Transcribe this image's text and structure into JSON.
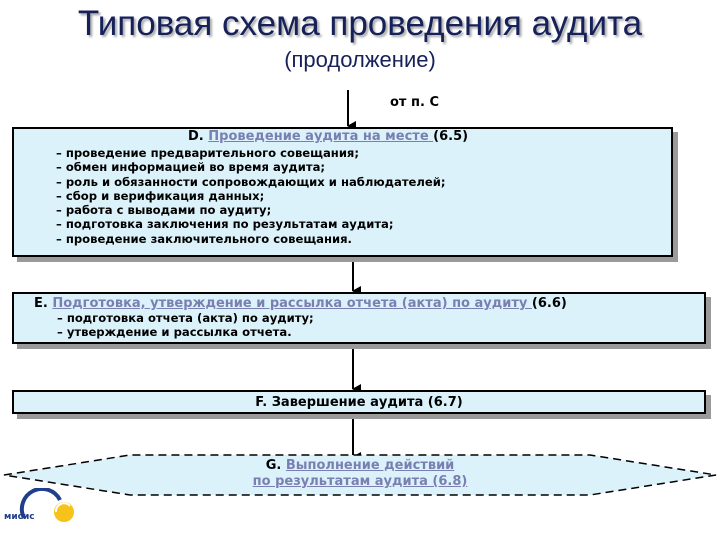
{
  "header": {
    "title": "Типовая схема проведения аудита",
    "subtitle": "(продолжение)"
  },
  "from_label": "от п. С",
  "box_d": {
    "prefix": "D. ",
    "link": "Проведение аудита на месте ",
    "suffix": "(6.5)",
    "items": [
      "– проведение предварительного совещания;",
      "– обмен информацией во время аудита;",
      "– роль и обязанности сопровождающих и наблюдателей;",
      "– сбор и верификация данных;",
      "– работа с выводами по аудиту;",
      "– подготовка заключения по результатам аудита;",
      "– проведение заключительного совещания."
    ]
  },
  "box_e": {
    "prefix": "E. ",
    "link": "Подготовка, утверждение и рассылка отчета (акта) по аудиту ",
    "suffix": "(6.6)",
    "items": [
      "– подготовка отчета (акта) по аудиту;",
      "– утверждение и рассылка отчета."
    ]
  },
  "box_f": {
    "label": "F. Завершение аудита (6.7)"
  },
  "box_g": {
    "prefix": "G. ",
    "link_line1": "Выполнение действий",
    "link_line2": "по результатам аудита (6.8)"
  },
  "logo": {
    "text": "мисис"
  },
  "colors": {
    "box_fill": "#dcf2fb",
    "title": "#16215a",
    "link": "#7a7fb2"
  }
}
